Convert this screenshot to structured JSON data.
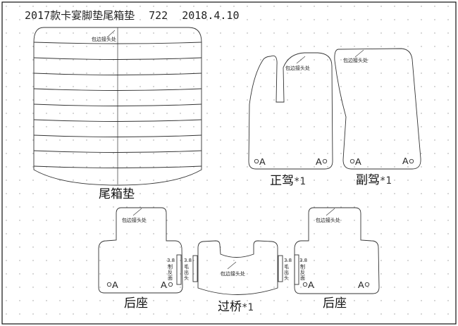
{
  "title": {
    "name": "2017款卡宴脚垫尾箱垫",
    "code": "722",
    "date": "2018.4.10"
  },
  "pieces": {
    "trunk_caption": "尾箱垫",
    "driver_caption": "正驾",
    "driver_qty": "*1",
    "passenger_caption": "副驾",
    "passenger_qty": "*1",
    "rear_left_caption": "后座",
    "bridge_caption": "过桥",
    "bridge_qty": "*1",
    "rear_right_caption": "后座"
  },
  "marks": {
    "hem_join": "包边接头处",
    "anchor": "A",
    "fold_size": "3.8",
    "fold_label_a": "制",
    "fold_label_b": "反",
    "fold_label_c": "面",
    "edge_label_a": "毛",
    "edge_label_b": "出",
    "edge_label_c": "头"
  }
}
